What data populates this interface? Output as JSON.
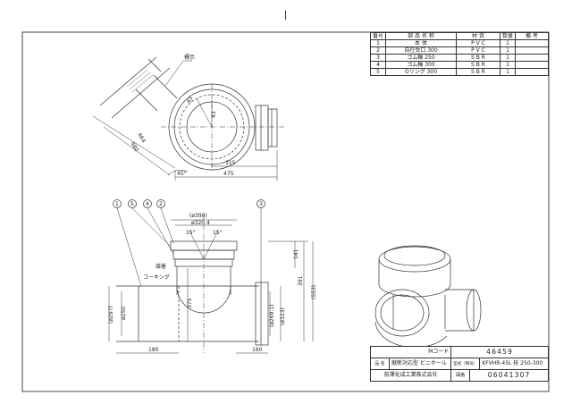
{
  "parts_table": {
    "headers": [
      "番号",
      "部 品 名 称",
      "材 質",
      "数量",
      "備 考"
    ],
    "rows": [
      {
        "no": "1",
        "name": "本 体",
        "material": "P V C",
        "qty": "1",
        "note": ""
      },
      {
        "no": "2",
        "name": "自在受口 300",
        "material": "P V C",
        "qty": "1",
        "note": ""
      },
      {
        "no": "3",
        "name": "ゴム輪 250",
        "material": "S B R",
        "qty": "1",
        "note": ""
      },
      {
        "no": "4",
        "name": "ゴム輪 300",
        "material": "S B R",
        "qty": "1",
        "note": ""
      },
      {
        "no": "5",
        "name": "Oリング 300",
        "material": "S B R",
        "qty": "1",
        "note": ""
      }
    ]
  },
  "top_view": {
    "label_marker": "標示",
    "dims": {
      "d464": "464",
      "d480": "480",
      "d43a": "43",
      "d43b": "43",
      "d315": "315",
      "d475": "475",
      "d45": "45°"
    }
  },
  "front_view": {
    "balloons": [
      "1",
      "5",
      "4",
      "2",
      "3"
    ],
    "labels": {
      "bond": "接着",
      "caulking": "コーキング"
    },
    "dims": {
      "phi390": "(ø390)",
      "phi320": "ø320.4",
      "ang15a": "15°",
      "ang15b": "15°",
      "d141": "141",
      "d391": "391",
      "d553": "(553)",
      "d375": "375",
      "phi297": "(ø297)",
      "phi250": "ø250",
      "phi269": "(ø269.1)",
      "phi323": "(ø323)",
      "d180": "180",
      "d160": "160"
    }
  },
  "title_block": {
    "mcode_label": "Mコード",
    "mcode": "46459",
    "name_label": "品 名",
    "name": "継断対応型 ビニホール",
    "model_label": "型式（略号）",
    "model": "KFVHR-45L 枝 250-300",
    "drawing_label": "図番",
    "drawing_no": "06041307",
    "company": "前澤化成工業株式会社"
  }
}
